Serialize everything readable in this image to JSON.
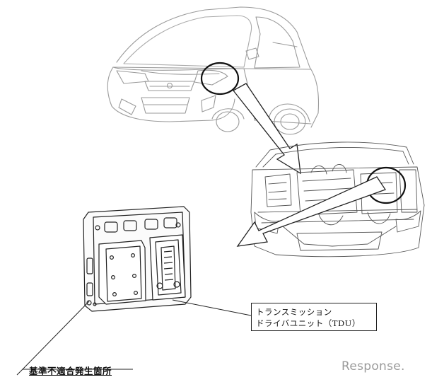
{
  "callout": {
    "line1": "トランスミッション",
    "line2": "ドライバユニット（TDU）"
  },
  "defect_label": "基準不適合発生箇所",
  "brand": "Response.",
  "colors": {
    "line": "#222222",
    "car_line": "#9a9a9a",
    "watermark": "#9a9a9a"
  }
}
